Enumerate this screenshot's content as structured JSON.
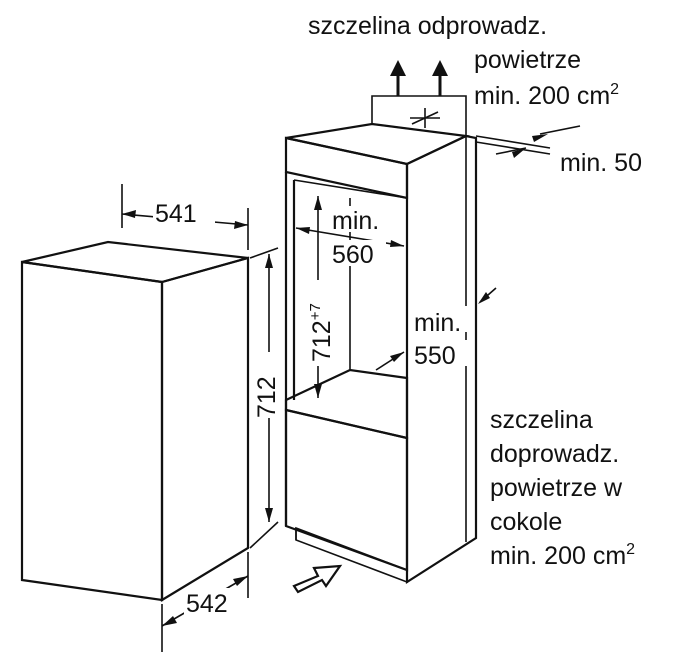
{
  "labels": {
    "top_vent_line1": "szczelina odprowadz.",
    "top_vent_line2": "powietrze",
    "top_vent_line3": "min. 200 cm",
    "top_vent_sup": "2",
    "min50": "min. 50",
    "bottom_vent_line1": "szczelina",
    "bottom_vent_line2": "doprowadz.",
    "bottom_vent_line3": "powietrze w",
    "bottom_vent_line4": "cokole",
    "bottom_vent_line5": "min. 200 cm",
    "bottom_vent_sup": "2"
  },
  "dimensions": {
    "appliance_width": "541",
    "appliance_depth": "542",
    "appliance_height": "712",
    "niche_height": "712",
    "niche_height_sup": "+7",
    "niche_width_line1": "min.",
    "niche_width_line2": "560",
    "niche_depth_line1": "min.",
    "niche_depth_line2": "550"
  }
}
